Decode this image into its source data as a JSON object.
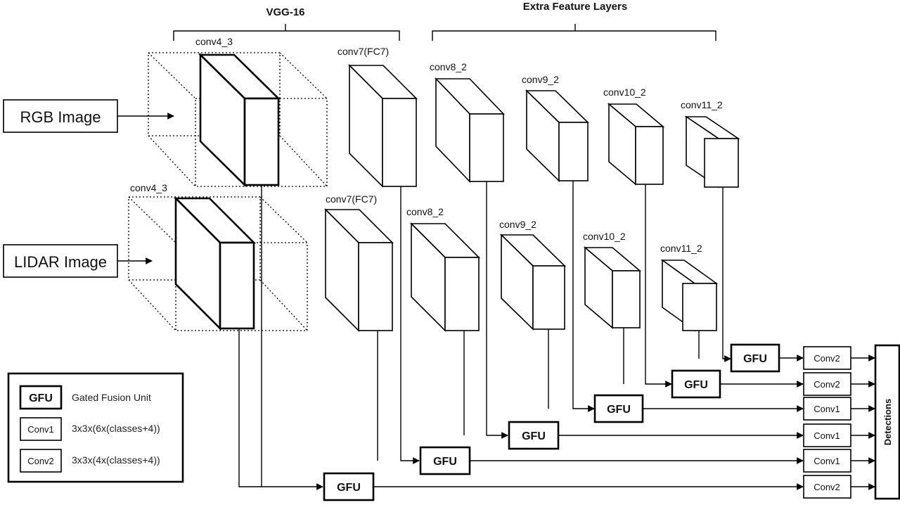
{
  "brackets": {
    "vgg": "VGG-16",
    "extra": "Extra Feature Layers"
  },
  "inputs": {
    "rgb": "RGB Image",
    "lidar": "LIDAR Image"
  },
  "rgb_layers": {
    "conv4_3": "conv4_3",
    "conv7": "conv7(FC7)",
    "conv8_2": "conv8_2",
    "conv9_2": "conv9_2",
    "conv10_2": "conv10_2",
    "conv11_2": "conv11_2"
  },
  "lidar_layers": {
    "conv4_3": "conv4_3",
    "conv7": "conv7(FC7)",
    "conv8_2": "conv8_2",
    "conv9_2": "conv9_2",
    "conv10_2": "conv10_2",
    "conv11_2": "conv11_2"
  },
  "gfu_label": "GFU",
  "outputs": [
    "Conv2",
    "Conv2",
    "Conv1",
    "Conv1",
    "Conv1",
    "Conv2"
  ],
  "detections": "Detections",
  "legend": {
    "gfu_key": "GFU",
    "gfu_desc": "Gated Fusion Unit",
    "conv1_key": "Conv1",
    "conv1_desc": "3x3x(6x(classes+4))",
    "conv2_key": "Conv2",
    "conv2_desc": "3x3x(4x(classes+4))"
  }
}
